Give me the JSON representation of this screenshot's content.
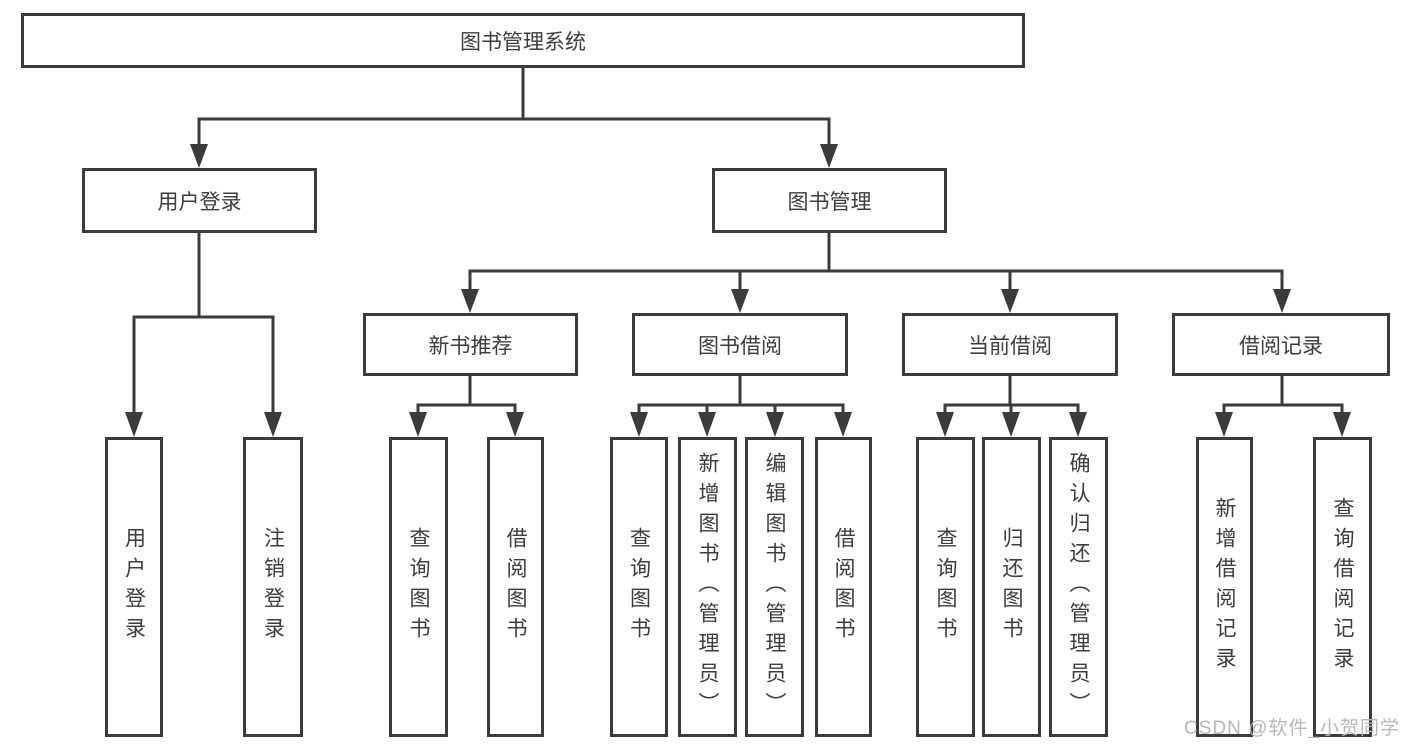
{
  "colors": {
    "line": "#3b3b3b",
    "box_border": "#3b3b3b",
    "text": "#3d3d3d",
    "background": "#ffffff",
    "watermark": "#b8b8b8"
  },
  "watermark": "CSDN @软件_小贺同学",
  "tree": {
    "root": {
      "label": "图书管理系统"
    },
    "branches": [
      {
        "label": "用户登录",
        "children": [
          {
            "label": "用户登录"
          },
          {
            "label": "注销登录"
          }
        ]
      },
      {
        "label": "图书管理",
        "children": [
          {
            "label": "新书推荐",
            "children": [
              {
                "label": "查询图书"
              },
              {
                "label": "借阅图书"
              }
            ]
          },
          {
            "label": "图书借阅",
            "children": [
              {
                "label": "查询图书"
              },
              {
                "label": "新增图书（管理员）"
              },
              {
                "label": "编辑图书（管理员）"
              },
              {
                "label": "借阅图书"
              }
            ]
          },
          {
            "label": "当前借阅",
            "children": [
              {
                "label": "查询图书"
              },
              {
                "label": "归还图书"
              },
              {
                "label": "确认归还（管理员）"
              }
            ]
          },
          {
            "label": "借阅记录",
            "children": [
              {
                "label": "新增借阅记录"
              },
              {
                "label": "查询借阅记录"
              }
            ]
          }
        ]
      }
    ]
  }
}
